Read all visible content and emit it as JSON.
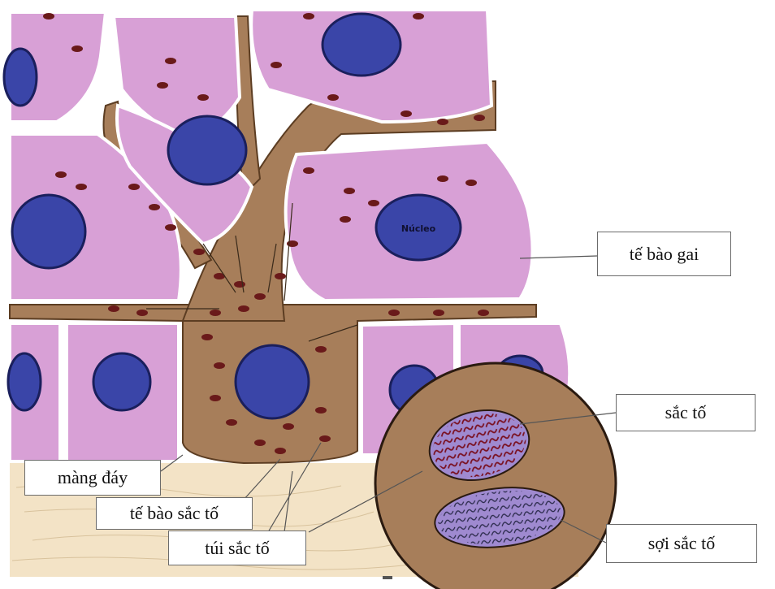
{
  "labels": {
    "spinous_cell": "tế bào gai",
    "pigment": "sắc tố",
    "pigment_fiber": "sợi sắc tố",
    "basement_membrane": "màng đáy",
    "melanocyte": "tế bào sắc tố",
    "pigment_sac": "túi sắc tố",
    "nucleus": "Núcleo"
  },
  "colors": {
    "cell_fill": "#d8a0d6",
    "nucleus_fill": "#3a45a8",
    "melanocyte_fill": "#a77e5a",
    "granule": "#6a1a1a",
    "dermis": "#f3e3c6",
    "membrane": "#ffffff"
  }
}
